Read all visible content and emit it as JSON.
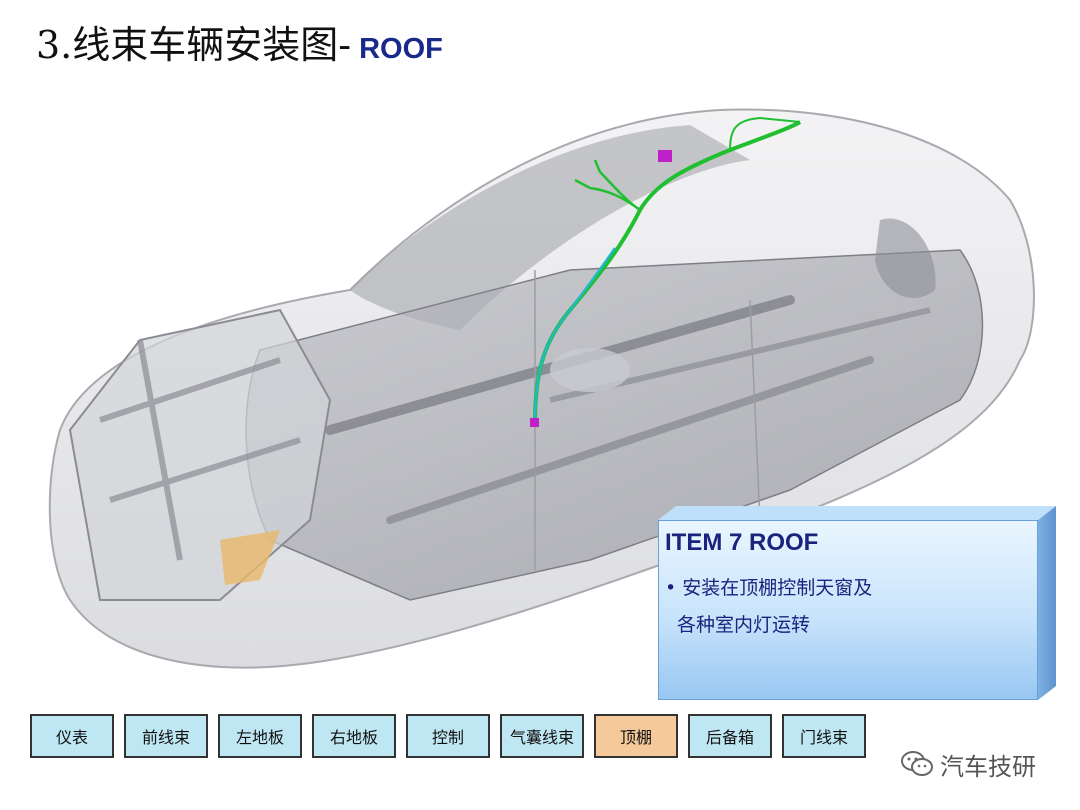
{
  "header": {
    "title": "3.线束车辆安装图-",
    "subtitle": "ROOF"
  },
  "info": {
    "title": "ITEM 7  ROOF",
    "line1": "• 安装在顶棚控制天窗及",
    "line2": "各种室内灯运转"
  },
  "nav": {
    "buttons": [
      {
        "label": "仪表",
        "active": false
      },
      {
        "label": "前线束",
        "active": false
      },
      {
        "label": "左地板",
        "active": false
      },
      {
        "label": "右地板",
        "active": false
      },
      {
        "label": "控制",
        "active": false
      },
      {
        "label": "气囊线束",
        "active": false
      },
      {
        "label": "顶棚",
        "active": true
      },
      {
        "label": "后备箱",
        "active": false
      },
      {
        "label": "门线束",
        "active": false
      }
    ]
  },
  "watermark": {
    "text": "汽车技研",
    "icon": "wechat-icon"
  },
  "colors": {
    "harness": "#1fbf2f",
    "harness_cyan": "#22b8c8",
    "connector": "#c020c8",
    "active_button": "#f5c99a",
    "button": "#bfe6f3",
    "title_accent": "#1a2a8a"
  }
}
